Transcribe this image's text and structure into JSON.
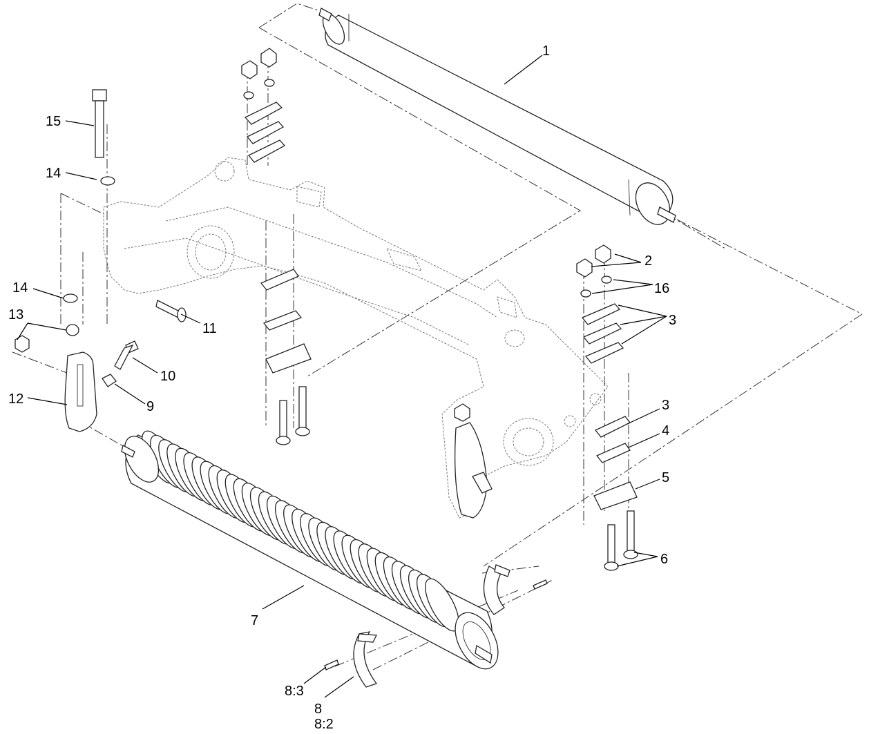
{
  "callouts": [
    {
      "id": "c1",
      "text": "1"
    },
    {
      "id": "c2",
      "text": "2"
    },
    {
      "id": "c16",
      "text": "16"
    },
    {
      "id": "c3a",
      "text": "3"
    },
    {
      "id": "c3b",
      "text": "3"
    },
    {
      "id": "c4",
      "text": "4"
    },
    {
      "id": "c5",
      "text": "5"
    },
    {
      "id": "c6",
      "text": "6"
    },
    {
      "id": "c7",
      "text": "7"
    },
    {
      "id": "c8",
      "text": "8"
    },
    {
      "id": "c8_2",
      "text": "8:2"
    },
    {
      "id": "c8_3",
      "text": "8:3"
    },
    {
      "id": "c9",
      "text": "9"
    },
    {
      "id": "c10",
      "text": "10"
    },
    {
      "id": "c11",
      "text": "11"
    },
    {
      "id": "c12",
      "text": "12"
    },
    {
      "id": "c13",
      "text": "13"
    },
    {
      "id": "c14a",
      "text": "14"
    },
    {
      "id": "c14b",
      "text": "14"
    },
    {
      "id": "c15",
      "text": "15"
    }
  ],
  "colors": {
    "line": "#222222",
    "ghost": "#777777",
    "background": "#ffffff"
  }
}
